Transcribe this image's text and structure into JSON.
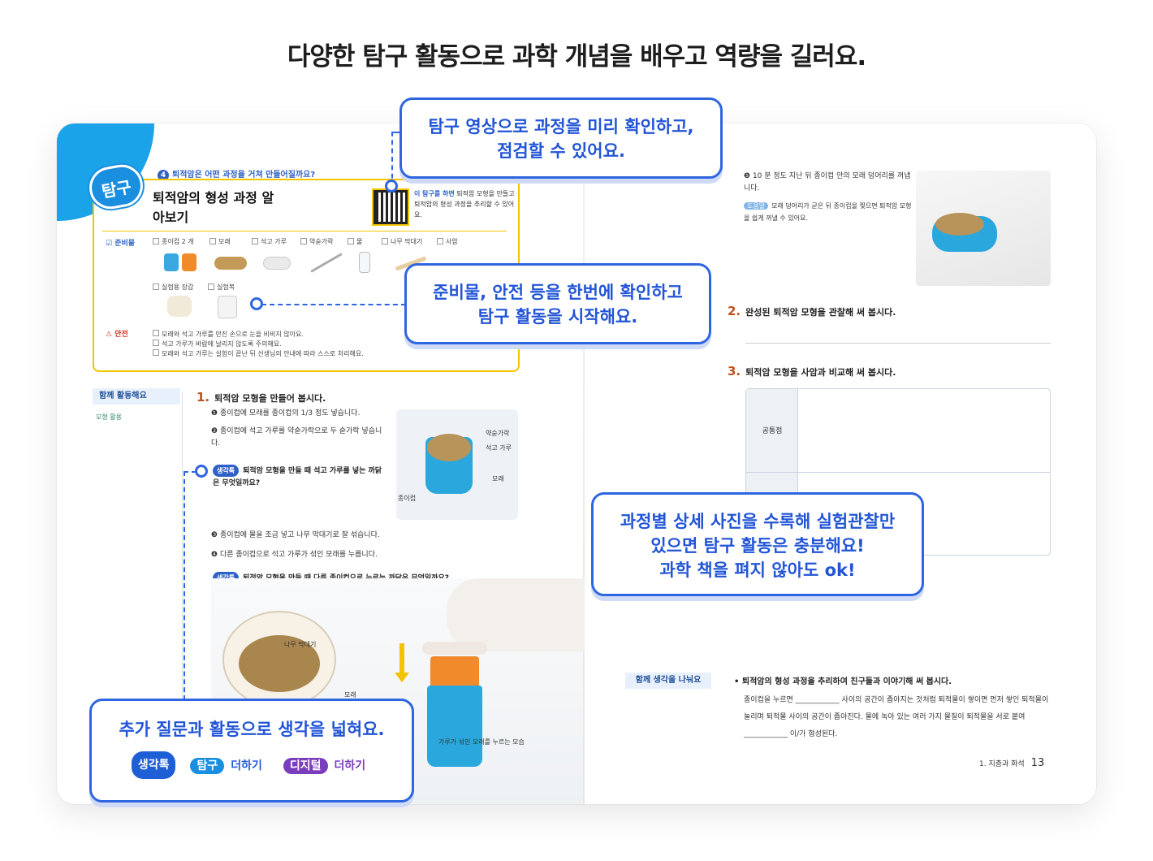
{
  "headline": "다양한 탐구 활동으로 과학 개념을 배우고 역량을 길러요.",
  "left_page": {
    "badge": "탐구",
    "question_num": "4",
    "question": "퇴적암은 어떤 과정을 거쳐 만들어질까요?",
    "lesson_title": "퇴적암의 형성 과정 알아보기",
    "qr_label": "이 탐구를 하면",
    "qr_text": "퇴적암 모형을 만들고 퇴적암의 형성 과정을 추리할 수 있어요.",
    "materials_label": "준비물",
    "materials": [
      "종이컵 2 개",
      "모래",
      "석고 가루",
      "약숟가락",
      "물",
      "나무 막대기",
      "사암",
      "실험용 장갑",
      "실험복"
    ],
    "safety_label": "안전",
    "safety_items": [
      "모래와 석고 가루를 만진 손으로 눈을 비비지 않아요.",
      "석고 가루가 바람에 날리지 않도록 주의해요.",
      "모래와 석고 가루는 실험이 끝난 뒤 선생님의 안내에 따라 스스로 처리해요."
    ],
    "section_tag": "함께 활동해요",
    "section_sub": "모형 활용",
    "step1_title": "퇴적암 모형을 만들어 봅시다.",
    "steps": [
      "종이컵에 모래를 종이컵의 1/3 정도 넣습니다.",
      "종이컵에 석고 가루를 약숟가락으로 두 숟가락 넣습니다.",
      "종이컵에 물을 조금 넣고 나무 막대기로 잘 섞습니다.",
      "다른 종이컵으로 석고 가루가 섞인 모래를 누릅니다."
    ],
    "think_tag": "생각톡",
    "think1": "퇴적암 모형을 만들 때 석고 가루를 넣는 까닭은 무엇일까요?",
    "think2": "퇴적암 모형을 만들 때 다른 종이컵으로 누르는 까닭은 무엇일까요?",
    "cup_labels": [
      "약숟가락",
      "석고 가루",
      "모래",
      "종이컵"
    ],
    "bottom_labels": [
      "나무 막대기",
      "모래",
      "가루가 섞인 모래를 누르는 모습"
    ]
  },
  "right_page": {
    "step5": "10 분 정도 지난 뒤 종이컵 안의 모래 덩어리를 꺼냅니다.",
    "help_tag": "도움말",
    "help_text": "모래 덩어리가 굳은 뒤 종이컵을 찢으면 퇴적암 모형을 쉽게 꺼낼 수 있어요.",
    "q2": "완성된 퇴적암 모형을 관찰해 써 봅시다.",
    "q3": "퇴적암 모형을 사암과 비교해 써 봅시다.",
    "cmp_label": "공통점",
    "share_tag": "함께 생각을 나눠요",
    "share_title": "퇴적암의 형성 과정을 추리하여 친구들과 이야기해 써 봅시다.",
    "share_body": "종이컵을 누르면 ____________ 사이의 공간이 좁아지는 것처럼 퇴적물이 쌓이면 먼저 쌓인 퇴적물이 눌리며 퇴적물 사이의 공간이 좁아진다. 물에 녹아 있는 여러 가지 물질이 퇴적물을 서로 붙여 ____________ 이/가 형성된다.",
    "page_chapter": "1. 지층과 화석",
    "page_number": "13"
  },
  "callouts": {
    "c1": [
      "탐구 영상으로 과정을 미리 확인하고,",
      "점검할 수 있어요."
    ],
    "c2": [
      "준비물, 안전 등을 한번에 확인하고",
      "탐구 활동을 시작해요."
    ],
    "c3": [
      "과정별 상세 사진을 수록해 실험관찰만",
      "있으면 탐구 활동은 충분해요!",
      "과학 책을 펴지 않아도 ok!"
    ],
    "c4": [
      "추가 질문과 활동으로 생각을 넓혀요."
    ],
    "c4_badges": [
      "생각톡",
      "탐구",
      "더하기",
      "디지털",
      "더하기"
    ]
  },
  "colors": {
    "accent": "#2f66e0",
    "tam_border": "#f4c400",
    "blue_blob": "#1aa3e8"
  }
}
